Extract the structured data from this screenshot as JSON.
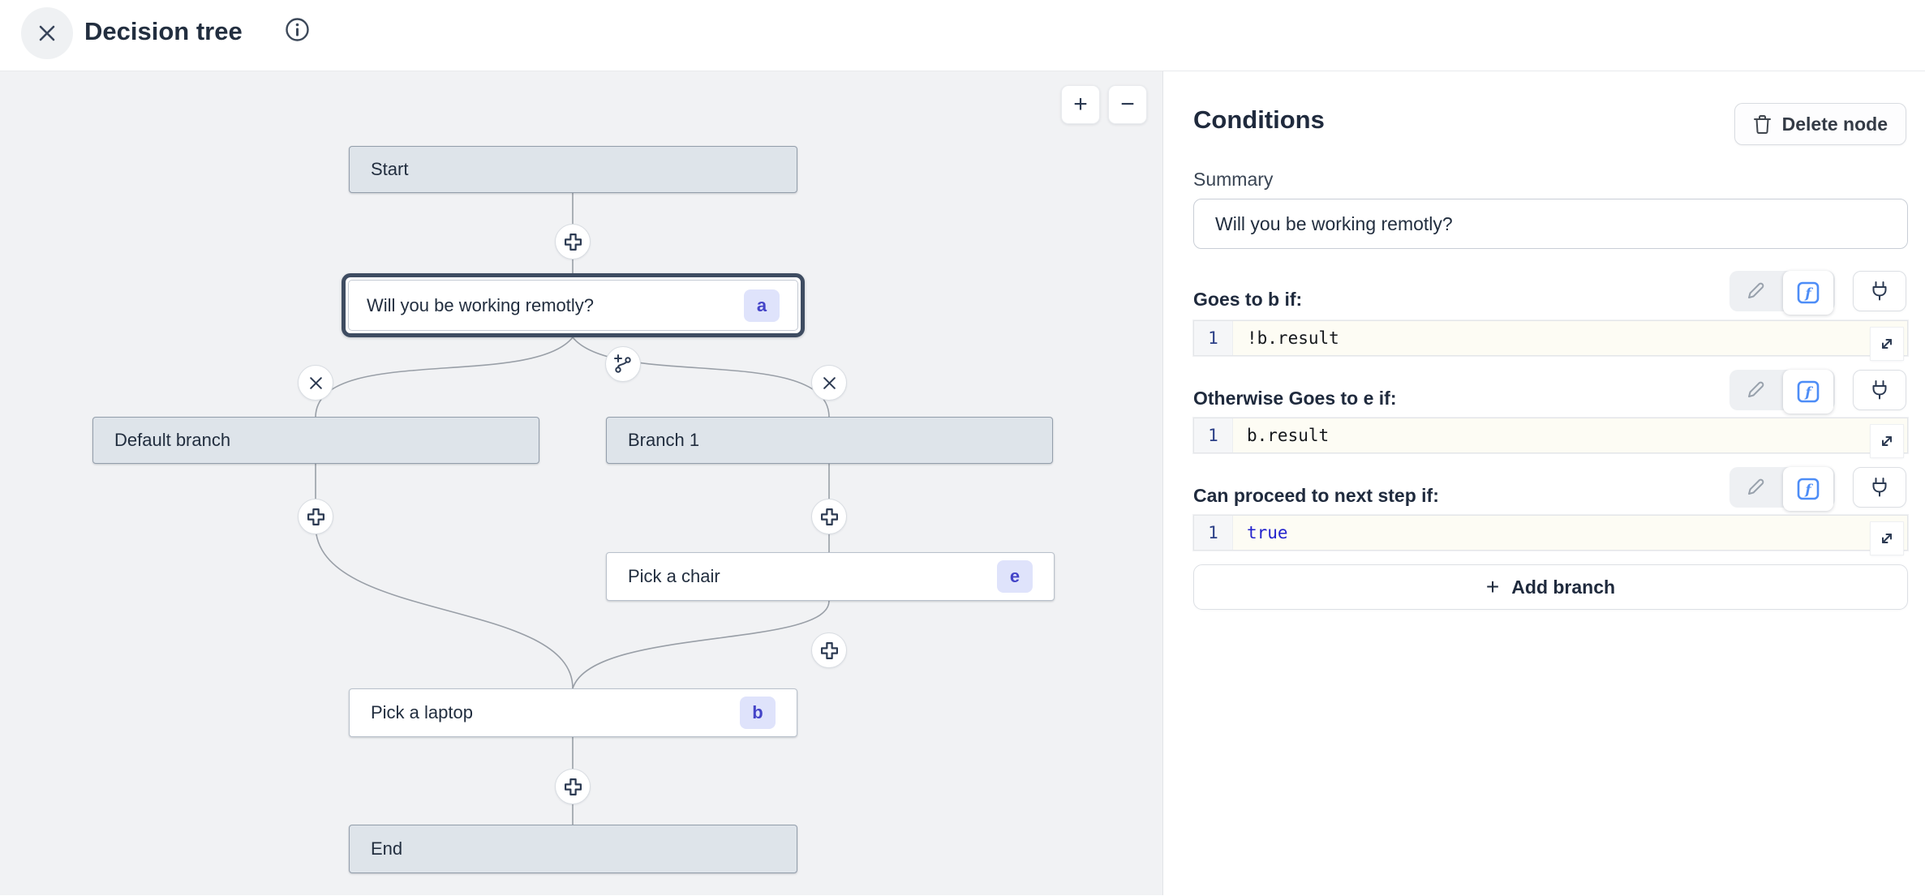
{
  "colors": {
    "accent_blue": "#4d8df7",
    "keyword_blue": "#2323cd",
    "badge_bg": "#dfe3fb",
    "badge_text": "#4444c8",
    "node_gray_fill": "#dee4ea",
    "selected_border": "#3e4c61",
    "canvas_bg": "#f1f2f4",
    "code_bg": "#fdfcf4"
  },
  "header": {
    "title": "Decision tree"
  },
  "canvas": {
    "zoom_in_label": "+",
    "zoom_out_label": "−",
    "nodes": [
      {
        "label": "Start"
      },
      {
        "label": "Will you be working remotly?",
        "badge": "a"
      },
      {
        "label": "Default branch"
      },
      {
        "label": "Branch 1"
      },
      {
        "label": "Pick a chair",
        "badge": "e"
      },
      {
        "label": "Pick a laptop",
        "badge": "b"
      },
      {
        "label": "End"
      }
    ]
  },
  "panel": {
    "title": "Conditions",
    "delete_button_label": "Delete node",
    "summary_label": "Summary",
    "summary_value": "Will you be working remotly?",
    "sections": [
      {
        "label": "Goes to b if:",
        "line_number": "1",
        "code": "!b.result"
      },
      {
        "label": "Otherwise Goes to e if:",
        "line_number": "1",
        "code": "b.result"
      },
      {
        "label": "Can proceed to next step if:",
        "line_number": "1",
        "code": "true"
      }
    ],
    "add_branch_plus": "+",
    "add_branch_label": "Add branch"
  }
}
